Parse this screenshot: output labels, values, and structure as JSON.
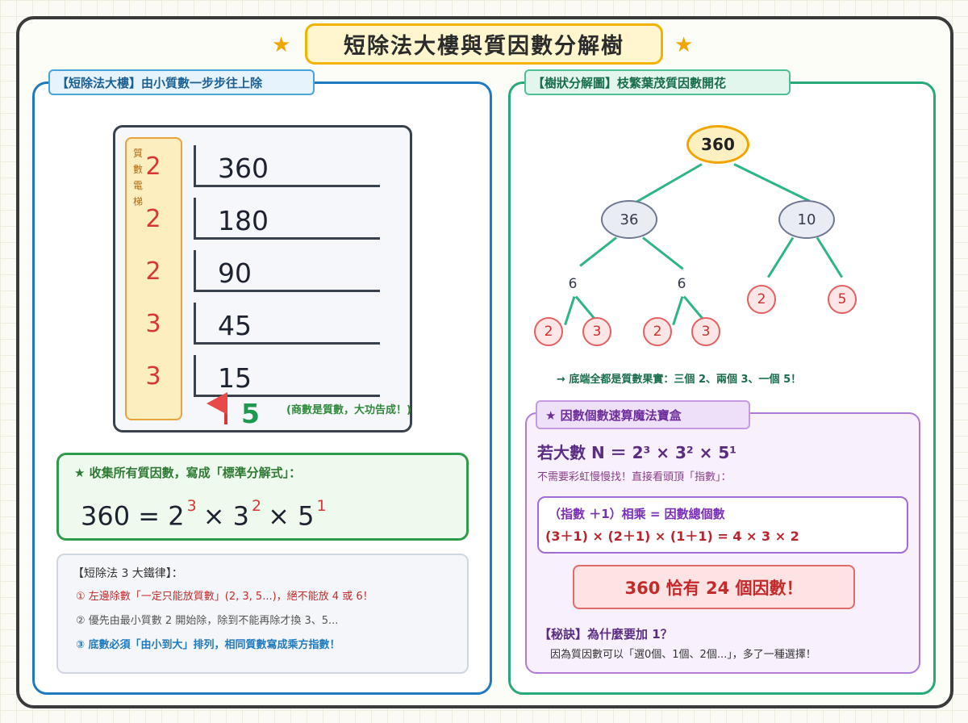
{
  "title": "短除法大樓與質因數分解樹",
  "star": "★",
  "left": {
    "tag": "【短除法大樓】由小質數一步步往上除",
    "elevator_label": [
      "質",
      "數",
      "電",
      "梯"
    ],
    "divisors": [
      "2",
      "2",
      "2",
      "3",
      "3"
    ],
    "dividends": [
      "360",
      "180",
      "90",
      "45",
      "15"
    ],
    "quotient": "5",
    "quotient_note": "(商數是質數，大功告成！)",
    "formula_head": "★ 收集所有質因數，寫成「標準分解式」：",
    "formula": {
      "lhs": "360",
      "eq": "=",
      "bases": [
        "2",
        "3",
        "5"
      ],
      "exps": [
        "3",
        "2",
        "1"
      ],
      "times": "×"
    },
    "rules_head": "【短除法 3 大鐵律】：",
    "rules": [
      {
        "text": "① 左邊除數「一定只能放質數」(2, 3, 5...)，絕不能放 4 或 6！",
        "color": "#c42a2a",
        "bold": false
      },
      {
        "text": "② 優先由最小質數 2 開始除，除到不能再除才換 3、5...",
        "color": "#555555",
        "bold": false
      },
      {
        "text": "③ 底數必須「由小到大」排列，相同質數寫成乘方指數！",
        "color": "#1f7ac0",
        "bold": true
      }
    ]
  },
  "right": {
    "tag": "【樹狀分解圖】枝繁葉茂質因數開花",
    "tree": {
      "root": "360",
      "mid": [
        "36",
        "10"
      ],
      "six": [
        "6",
        "6"
      ],
      "leaves_left": [
        "2",
        "3",
        "2",
        "3"
      ],
      "leaves_right": [
        "2",
        "5"
      ]
    },
    "tree_note": "→ 底端全都是質數果實：三個 2、兩個 3、一個 5！",
    "magic_tag": "★ 因數個數速算魔法寶盒",
    "magic_n": "若大數 N ＝ 2³ × 3² × 5¹",
    "magic_sub": "不需要彩虹慢慢找！直接看頭頂「指數」：",
    "calc_line1": "（指數 ＋1）相乘 = 因數總個數",
    "calc_line2": "(3＋1) × (2＋1) × (1＋1) = 4 × 3 × 2",
    "result": "360 恰有 24 個因數！",
    "secret_head": "【秘訣】為什麼要加 1？",
    "secret_text": "因為質因數可以「選0個、1個、2個...」，多了一種選擇！"
  }
}
